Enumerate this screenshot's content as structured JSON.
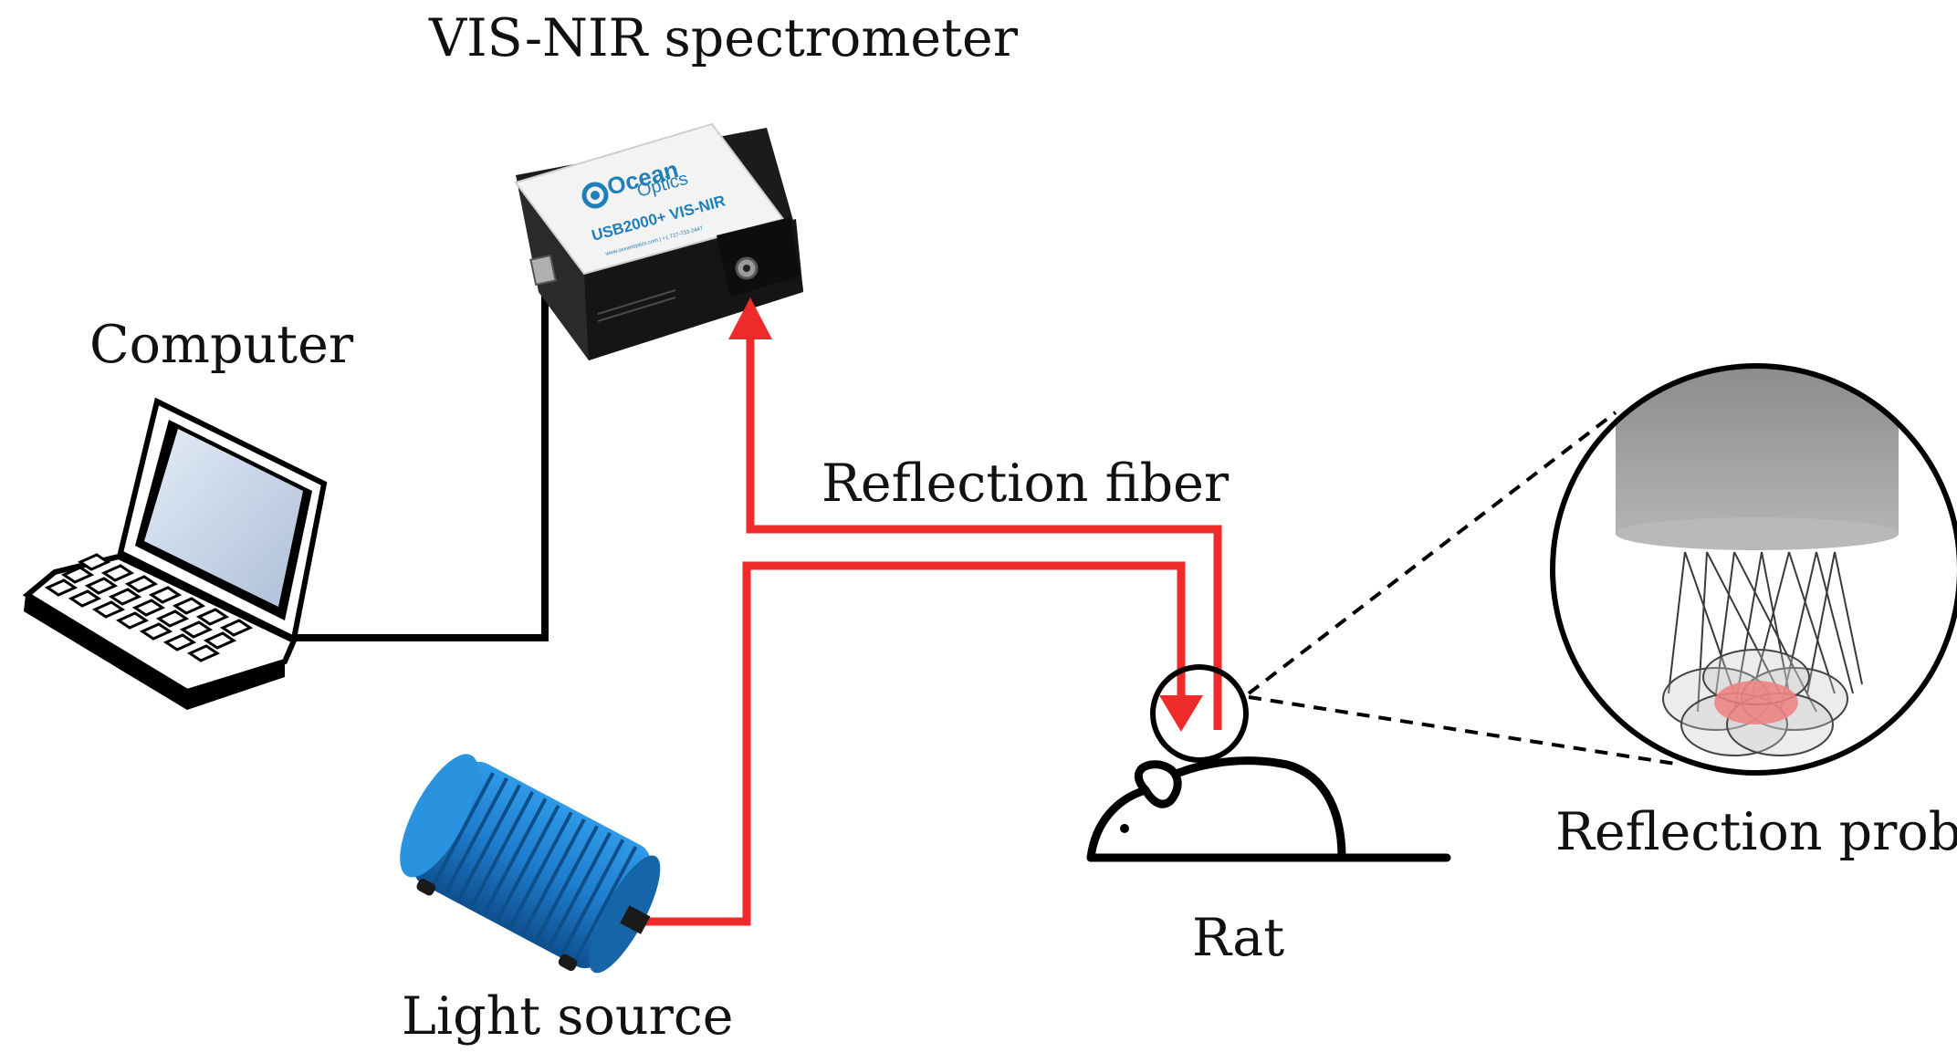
{
  "labels": {
    "spectrometer": "VIS-NIR spectrometer",
    "computer": "Computer",
    "reflection_fiber": "Reflection fiber",
    "reflection_probe": "Reflection probe",
    "rat": "Rat",
    "light_source": "Light source"
  },
  "device": {
    "brand_line1": "Ocean",
    "brand_line2": "Optics",
    "model": "USB2000+ VIS-NIR",
    "website": "www.oceanoptics.com | +1 727-733-2447"
  },
  "colors": {
    "fiber": "#ee2a2a",
    "cable": "#000000",
    "spectrometer_body": "#1b1b1b",
    "spectrometer_top": "#f3f3f3",
    "brand_blue": "#1f7fb8",
    "light_source_blue": "#1b7fd0",
    "probe_gray": "#9c9c9c",
    "probe_spot": "#f08080"
  },
  "icons": {
    "computer": "laptop-icon",
    "spectrometer": "spectrometer-icon",
    "light_source": "light-source-icon",
    "rat": "rat-icon",
    "probe": "probe-magnifier-icon"
  }
}
